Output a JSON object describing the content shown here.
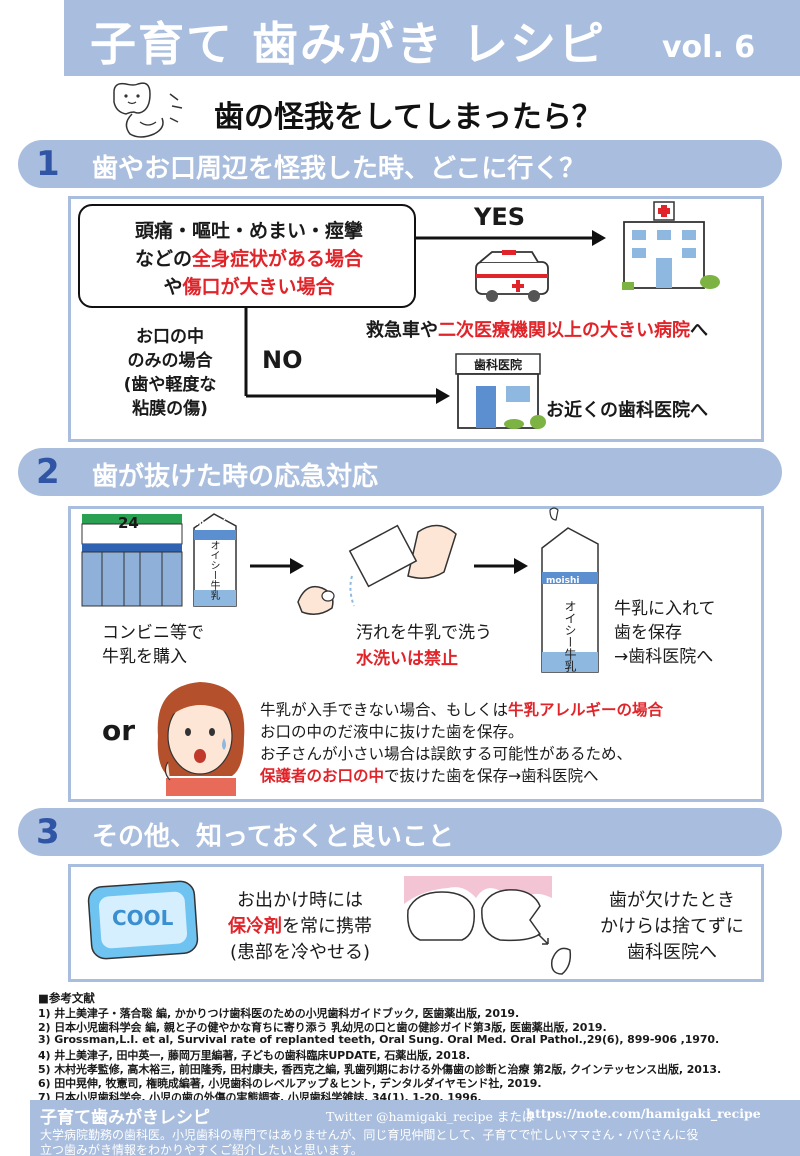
{
  "header": {
    "title": "子育て 歯みがき レシピ",
    "vol": "vol. 6"
  },
  "subtitle": "歯の怪我をしてしまったら？",
  "section1": {
    "num": "1",
    "title": "歯やお口周辺を怪我した時、どこに行く？",
    "cond_line1": "頭痛・嘔吐・めまい・痙攣",
    "cond_line2_pre": "などの",
    "cond_line2_red": "全身症状がある場合",
    "cond_line3_pre": "や",
    "cond_line3_red": "傷口が大きい場合",
    "yes": "YES",
    "no": "NO",
    "mouth_only": [
      "お口の中",
      "のみの場合",
      "(歯や軽度な",
      "粘膜の傷)"
    ],
    "ambulance_pre": "救急車や",
    "ambulance_red": "二次医療機関以上の大きい病院",
    "ambulance_post": "へ",
    "clinic_sign": "歯科医院",
    "near_clinic": "お近くの歯科医院へ"
  },
  "section2": {
    "num": "2",
    "title": "歯が抜けた時の応急対応",
    "store_sign": "24",
    "milk_brand": "moishi",
    "milk_label": "オイシー牛乳",
    "buy_line1": "コンビニ等で",
    "buy_line2": "牛乳を購入",
    "wash_line1": "汚れを牛乳で洗う",
    "wash_line2": "水洗いは禁止",
    "keep_line1": "牛乳に入れて",
    "keep_line2": "歯を保存",
    "keep_line3": "→歯科医院へ",
    "or": "or",
    "note1_pre": "牛乳が入手できない場合、もしくは",
    "note1_red": "牛乳アレルギーの場合",
    "note2": "お口の中のだ液中に抜けた歯を保存。",
    "note3": "お子さんが小さい場合は誤飲する可能性があるため、",
    "note4_red": "保護者のお口の中",
    "note4_post": "で抜けた歯を保存→歯科医院へ"
  },
  "section3": {
    "num": "3",
    "title": "その他、知っておくと良いこと",
    "cool": "COOL",
    "outing_line1": "お出かけ時には",
    "outing_line2_red": "保冷剤",
    "outing_line2_post": "を常に携帯",
    "outing_line3": "(患部を冷やせる)",
    "chip_line1": "歯が欠けたとき",
    "chip_line2": "かけらは捨てずに",
    "chip_line3": "歯科医院へ"
  },
  "references": {
    "heading": "■参考文献",
    "items": [
      "1) 井上美津子・落合聡 編, かかりつけ歯科医のための小児歯科ガイドブック, 医歯薬出版, 2019.",
      "2) 日本小児歯科学会 編, 親と子の健やかな育ちに寄り添う 乳幼児の口と歯の健診ガイド第3版, 医歯薬出版, 2019.",
      "3) Grossman,L.I. et al, Survival rate of replanted teeth, Oral Sung. Oral Med. Oral Pathol.,29(6), 899-906 ,1970.",
      "4) 井上美津子, 田中英一, 藤岡万里編著, 子どもの歯科臨床UPDATE, 石薬出版, 2018.",
      "5) 木村光孝監修, 高木裕三, 前田隆秀, 田村康夫, 香西克之編, 乳歯列期における外傷歯の診断と治療 第2版, クインテッセンス出版, 2013.",
      "6) 田中晃伸, 牧憲司, 権暁成編著, 小児歯科のレベルアップ＆ヒント, デンタルダイヤモンド社, 2019.",
      "7) 日本小児歯科学会, 小児の歯の外傷の実態調査, 小児歯科学雑誌, 34(1), 1-20, 1996."
    ]
  },
  "footer": {
    "title": "子育て歯みがきレシピ",
    "twitter": "Twitter @hamigaki_recipe または",
    "url": "https://note.com/hamigaki_recipe",
    "desc_line1": "大学病院勤務の歯科医。小児歯科の専門ではありませんが、同じ育児仲間として、子育てで忙しいママさん・パパさんに役",
    "desc_line2": "立つ歯みがき情報をわかりやすくご紹介したいと思います。"
  },
  "colors": {
    "accent": "#a9bede",
    "number": "#2f55a4",
    "warning": "#e0242a"
  }
}
